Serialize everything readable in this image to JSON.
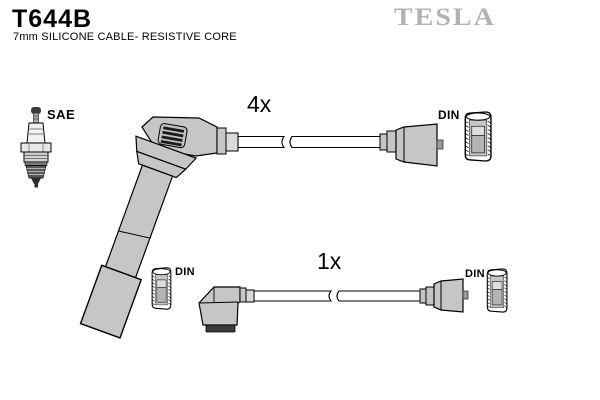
{
  "header": {
    "part_number": "T644B",
    "subtitle": "7mm SILICONE CABLE- RESISTIVE CORE",
    "brand": "TESLA"
  },
  "diagram": {
    "spark_plug_label": "SAE",
    "coil_wire_qty": "4x",
    "single_wire_qty": "1x",
    "connector_labels": {
      "mid": "DIN",
      "top_right": "DIN",
      "bottom_right": "DIN"
    }
  },
  "colors": {
    "background": "#ffffff",
    "brand_gray": "#b2b2b2",
    "boot_gray": "#c6c6c6",
    "outline": "#000000"
  }
}
